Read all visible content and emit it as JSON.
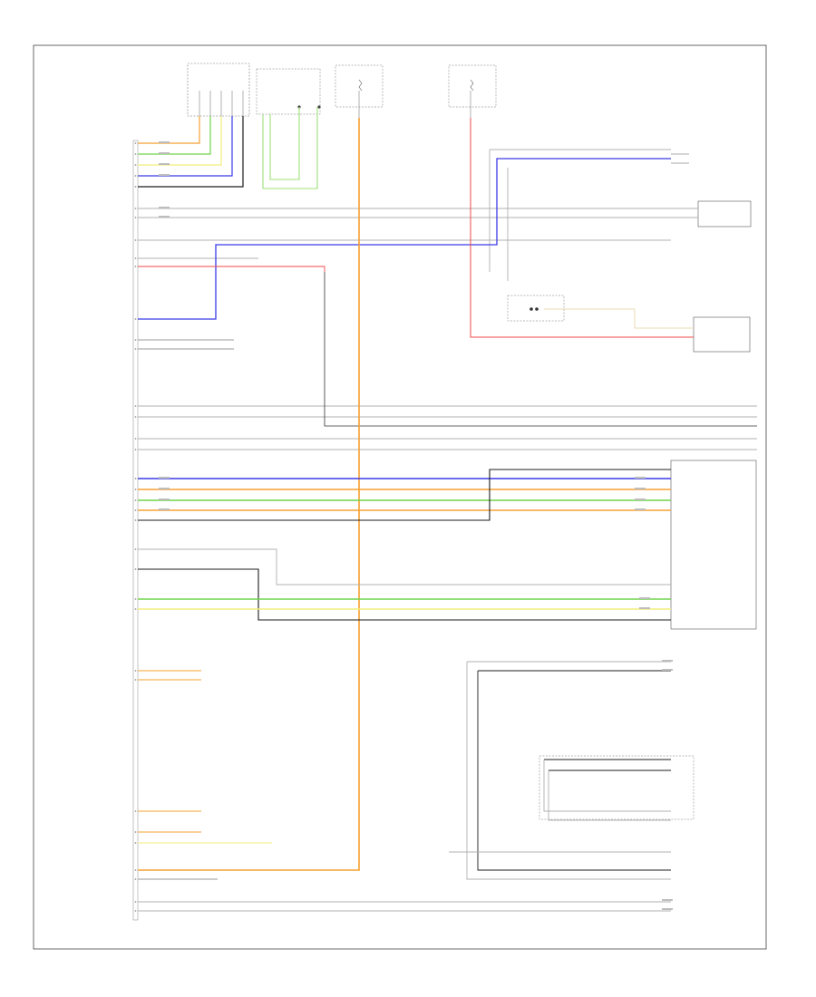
{
  "diagram": {
    "page_label": "",
    "main_unit_label": "",
    "components": [
      {
        "id": "instrument-cluster",
        "label": ""
      },
      {
        "id": "steering-switches",
        "label": ""
      },
      {
        "id": "fuse-block-left",
        "label": ""
      },
      {
        "id": "fuse-block-right",
        "label": ""
      },
      {
        "id": "front-speaker",
        "label": ""
      },
      {
        "id": "base-antenna",
        "label": ""
      },
      {
        "id": "seat-module",
        "label": ""
      },
      {
        "id": "external-audio-interface",
        "label": ""
      },
      {
        "id": "rear-speaker",
        "label": ""
      },
      {
        "id": "antenna-amplifier",
        "label": ""
      },
      {
        "id": "roof-antenna",
        "label": ""
      }
    ],
    "wire_colors": {
      "orange": "#f5a033",
      "green": "#6fd44a",
      "yellow": "#f2ee7a",
      "blue": "#3a3ae8",
      "red": "#ef4a4a",
      "light_green": "#9fe07a",
      "cream": "#eaddb0",
      "black": "#1c1c1c",
      "gray": "#9a9a9a",
      "light_gray": "#c8c8c8"
    }
  }
}
